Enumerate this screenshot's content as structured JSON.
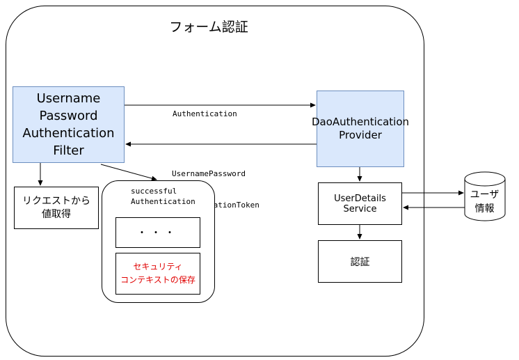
{
  "diagram": {
    "title": "フォーム認証",
    "filter_box": {
      "lines": [
        "Username",
        "Password",
        "Authentication",
        "Filter"
      ]
    },
    "provider_box": {
      "lines": [
        "DaoAuthentication",
        "Provider"
      ]
    },
    "edge_authentication": "Authentication",
    "edge_token": {
      "lines": [
        "UsernamePassword",
        "AuthenticationToken"
      ]
    },
    "request_box": {
      "lines": [
        "リクエストから",
        "値取得"
      ]
    },
    "successful_group": {
      "label": "successful\nAuthentication"
    },
    "dots_box": "・・・",
    "security_box": {
      "lines": [
        "セキュリティ",
        "コンテキストの保存"
      ]
    },
    "userdetails_box": "UserDetails Service",
    "auth_box": "認証",
    "database": {
      "lines": [
        "ユーザ",
        "情報"
      ]
    },
    "colors": {
      "process_fill": "#dae8fc",
      "process_stroke": "#6c8ebf",
      "highlight_text": "#e00000"
    }
  }
}
